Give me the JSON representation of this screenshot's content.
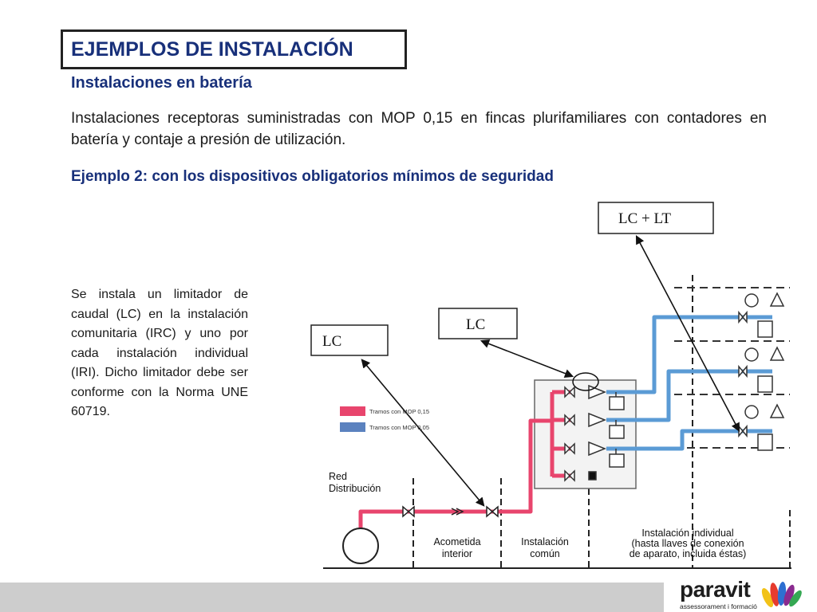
{
  "slide": {
    "title": "EJEMPLOS DE INSTALACIÓN",
    "subtitle": "Instalaciones en batería",
    "intro": "Instalaciones receptoras suministradas con MOP 0,15 en fincas plurifamiliares con contadores en batería y contaje a presión de utilización.",
    "example": "Ejemplo 2:  con los dispositivos obligatorios mínimos de seguridad",
    "side_note": "Se instala un limitador de caudal (LC) en la instalación comunitaria (IRC) y uno por cada instalación individual (IRI). Dicho limitador debe ser conforme con la Norma UNE 60719."
  },
  "diagram": {
    "callout_lc_left": "LC",
    "callout_lc_center": "LC",
    "callout_lc_lt": "LC + LT",
    "legend": [
      {
        "label": "Tramos con MOP 0,15",
        "color": "#e8456d"
      },
      {
        "label": "Tramos con MOP 0,05",
        "color": "#5b82bf"
      }
    ],
    "red_line1": "Red",
    "red_line2": "Distribución",
    "section_acometida_1": "Acometida",
    "section_acometida_2": "interior",
    "section_comun_1": "Instalación",
    "section_comun_2": "común",
    "section_individual_1": "Instalación individual",
    "section_individual_2": "(hasta llaves de conexión",
    "section_individual_3": "de aparato, incluida éstas)",
    "pipe_red_color": "#e8456d",
    "pipe_blue_color": "#5b9bd5"
  },
  "footer": {
    "brand": "paravit",
    "tagline": "assessorament i formació"
  }
}
